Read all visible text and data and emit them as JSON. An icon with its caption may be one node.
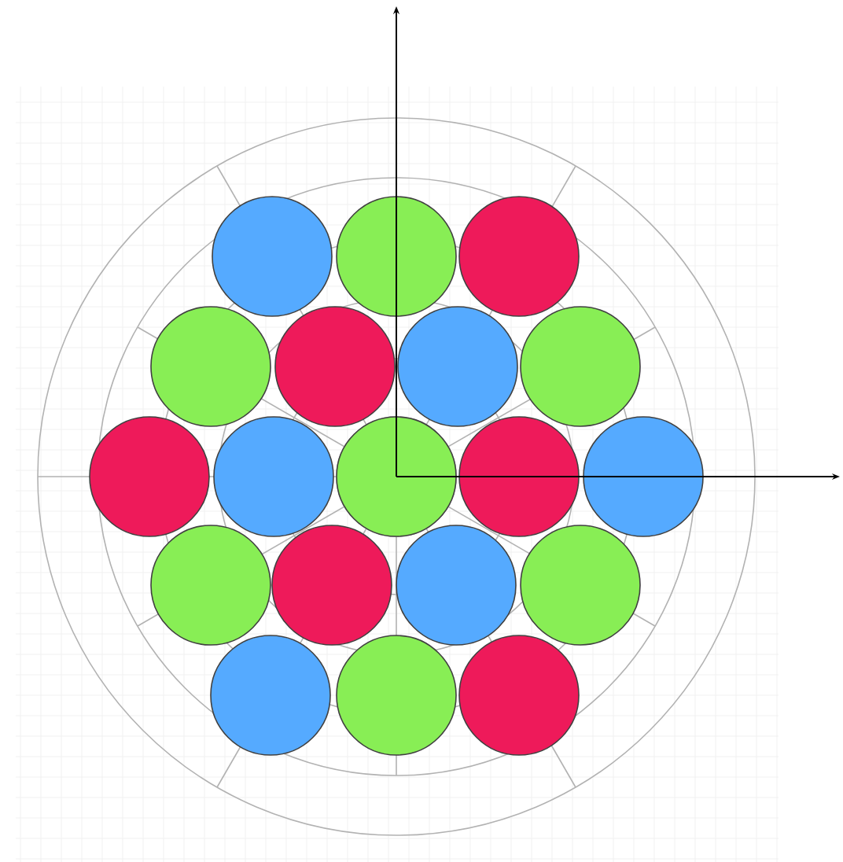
{
  "diagram": {
    "nodes": [
      {
        "text": [],
        "shape": "circle"
      },
      {
        "text": [],
        "shape": "circle"
      },
      {
        "text": [],
        "shape": "circle"
      },
      {
        "text": [],
        "shape": "circle"
      },
      {
        "text": [],
        "shape": "circle"
      },
      {
        "text": [],
        "shape": "circle"
      },
      {
        "text": [],
        "shape": "circle"
      },
      {
        "text": [],
        "shape": "circle"
      },
      {
        "text": [],
        "shape": "circle"
      },
      {
        "text": [],
        "shape": "circle"
      },
      {
        "text": [],
        "shape": "circle"
      },
      {
        "text": [],
        "shape": "circle"
      },
      {
        "text": [],
        "shape": "circle"
      },
      {
        "text": [],
        "shape": "circle"
      },
      {
        "text": [],
        "shape": "circle"
      },
      {
        "text": [],
        "shape": "circle"
      },
      {
        "text": [],
        "shape": "circle"
      },
      {
        "text": [],
        "shape": "circle"
      },
      {
        "text": [],
        "shape": "circle"
      }
    ]
  }
}
